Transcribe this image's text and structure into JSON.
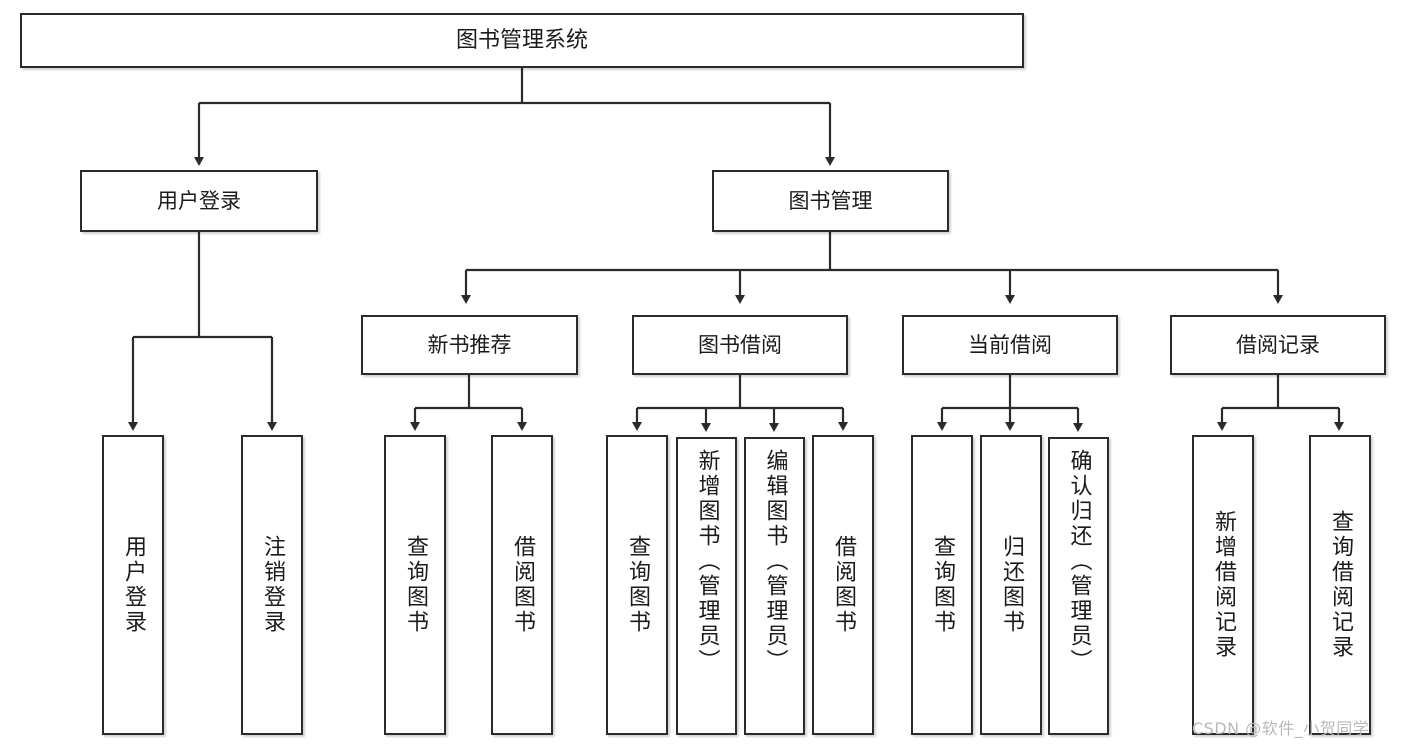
{
  "diagram": {
    "title": "图书管理系统",
    "watermark": "CSDN @软件_小贺同学",
    "colors": {
      "border": "#2b2b2b",
      "background": "#ffffff",
      "text": "#1b1b1b",
      "connector": "#2b2b2b",
      "watermark": "#b9b9b9"
    },
    "nodes": {
      "root": {
        "label": "图书管理系统"
      },
      "level1": [
        {
          "label": "用户登录"
        },
        {
          "label": "图书管理"
        }
      ],
      "level2": [
        {
          "label": "新书推荐"
        },
        {
          "label": "图书借阅"
        },
        {
          "label": "当前借阅"
        },
        {
          "label": "借阅记录"
        }
      ],
      "leaves_user_login": [
        {
          "label": "用户登录"
        },
        {
          "label": "注销登录"
        }
      ],
      "leaves_new_book": [
        {
          "label": "查询图书"
        },
        {
          "label": "借阅图书"
        }
      ],
      "leaves_borrow": [
        {
          "label": "查询图书"
        },
        {
          "label": "新增图书（管理员）"
        },
        {
          "label": "编辑图书（管理员）"
        },
        {
          "label": "借阅图书"
        }
      ],
      "leaves_current": [
        {
          "label": "查询图书"
        },
        {
          "label": "归还图书"
        },
        {
          "label": "确认归还（管理员）"
        }
      ],
      "leaves_records": [
        {
          "label": "新增借阅记录"
        },
        {
          "label": "查询借阅记录"
        }
      ]
    }
  }
}
